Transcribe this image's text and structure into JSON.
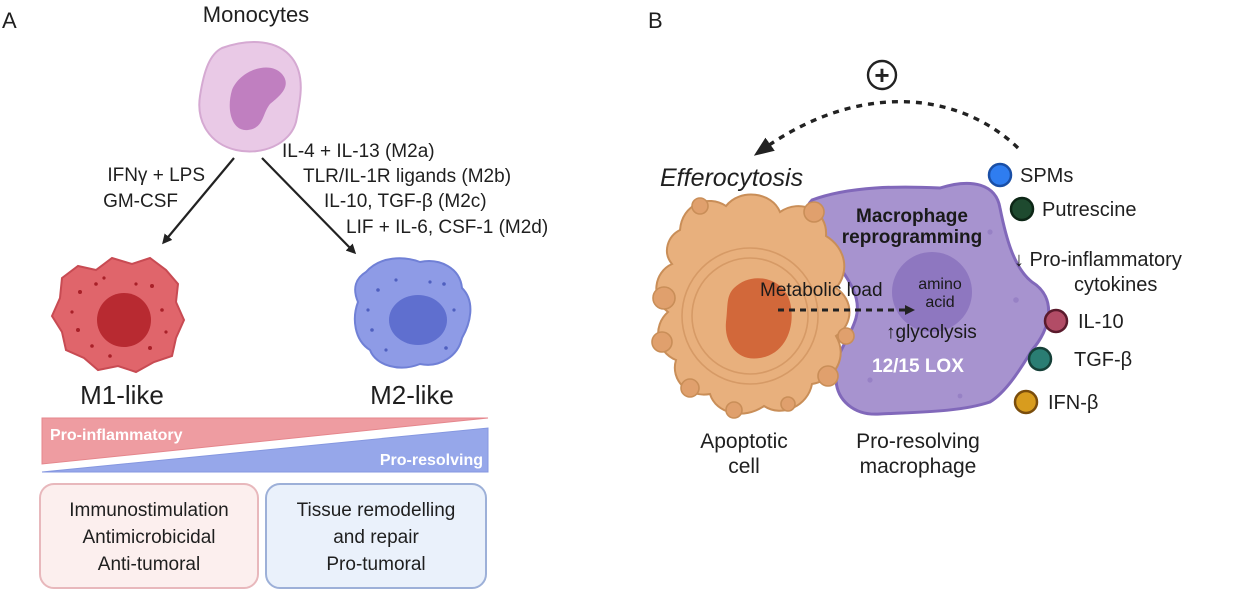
{
  "panel_a": {
    "letter": "A",
    "monocytes_title": "Monocytes",
    "m1_stimuli": [
      "IFNγ + LPS",
      "GM-CSF"
    ],
    "m2_stimuli": [
      "IL-4 + IL-13 (M2a)",
      "TLR/IL-1R ligands (M2b)",
      "IL-10, TGF-β (M2c)",
      "LIF + IL-6, CSF-1 (M2d)"
    ],
    "m1_label": "M1-like",
    "m2_label": "M2-like",
    "gradient_pro_inflammatory": "Pro-inflammatory",
    "gradient_pro_resolving": "Pro-resolving",
    "m1_functions": [
      "Immunostimulation",
      "Antimicrobicidal",
      "Anti-tumoral"
    ],
    "m2_functions": [
      "Tissue remodelling",
      "and repair",
      "Pro-tumoral"
    ],
    "colors": {
      "m1_cell": "#e0656b",
      "m2_cell": "#8e9be6",
      "monocyte": "#e9c9e6",
      "pro_inflammatory_band": "#ee9ca1",
      "pro_resolving_band": "#96a7ea",
      "m1_box_bg": "#fcefee",
      "m2_box_bg": "#eaf1fb"
    }
  },
  "panel_b": {
    "letter": "B",
    "plus_symbol": "+",
    "efferocytosis": "Efferocytosis",
    "reprogramming": [
      "Macrophage",
      "reprogramming"
    ],
    "metabolic_load": "Metabolic load",
    "amino_acid": [
      "amino",
      "acid"
    ],
    "glycolysis": "↑glycolysis",
    "lox": "12/15 LOX",
    "apoptotic_cell": [
      "Apoptotic",
      "cell"
    ],
    "pro_resolving_macrophage": [
      "Pro-resolving",
      "macrophage"
    ],
    "mediators": [
      {
        "label": "SPMs",
        "color": "#2f7df0"
      },
      {
        "label": "Putrescine",
        "color": "#1e4a2f"
      },
      {
        "label": "IL-10",
        "color": "#b24c66"
      },
      {
        "label": "TGF-β",
        "color": "#2a7d73"
      },
      {
        "label": "IFN-β",
        "color": "#d89c1e"
      }
    ],
    "cytokines_text": [
      "↓ Pro-inflammatory",
      "cytokines"
    ],
    "colors": {
      "macrophage": "#a793cf",
      "apoptotic_cell": "#e8b07d",
      "apoptotic_nucleus": "#d2683a"
    }
  }
}
